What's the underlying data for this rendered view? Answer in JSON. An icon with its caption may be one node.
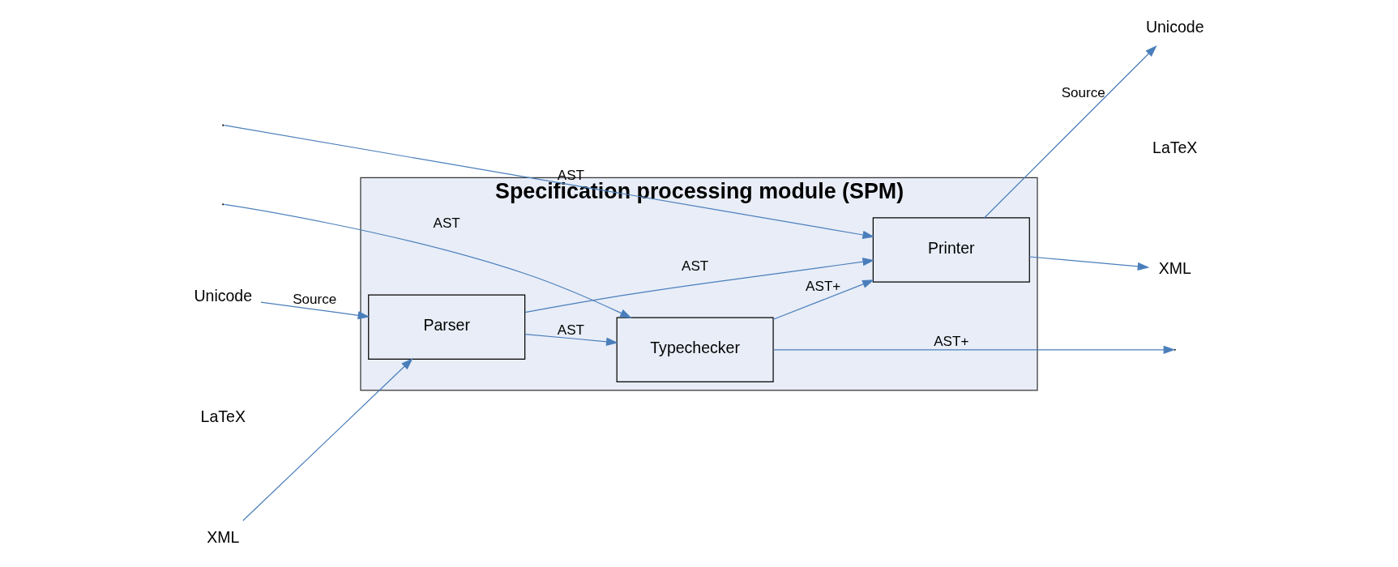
{
  "diagram": {
    "nodes": [
      {
        "text": [
          "Specification processing module (SPM)"
        ]
      },
      {
        "text": [
          "Parser"
        ],
        "in": 0
      },
      {
        "text": [
          "Printer"
        ],
        "in": 0
      },
      {
        "text": [
          "Typechecker"
        ],
        "in": 0
      },
      {
        "text": [
          "Unicode"
        ]
      },
      {
        "text": [
          "XML"
        ]
      },
      {
        "text": [
          "Unicode"
        ]
      },
      {
        "text": [
          "XML"
        ]
      }
    ],
    "edges": [
      {
        "from": 4,
        "to": 1,
        "arrow": "to",
        "label": "Source"
      },
      {
        "from": 5,
        "to": 1,
        "arrow": "to"
      },
      {
        "from": 1,
        "to": 2,
        "arrow": "to",
        "label": "AST"
      },
      {
        "from": 1,
        "to": 3,
        "arrow": "to",
        "label": "AST"
      },
      {
        "from": 3,
        "to": 2,
        "arrow": "to",
        "label": "AST+"
      },
      {
        "from": null,
        "to": 3,
        "arrow": "to",
        "label": "AST"
      },
      {
        "from": 3,
        "to": null,
        "arrow": "to",
        "label": "AST+"
      },
      {
        "from": null,
        "to": 2,
        "arrow": "to",
        "label": "AST"
      },
      {
        "from": 2,
        "to": 6,
        "arrow": "to",
        "label": "Source"
      },
      {
        "from": 2,
        "to": 7,
        "arrow": "to"
      }
    ],
    "labels": [
      "LaTeX",
      "LaTeX"
    ]
  }
}
